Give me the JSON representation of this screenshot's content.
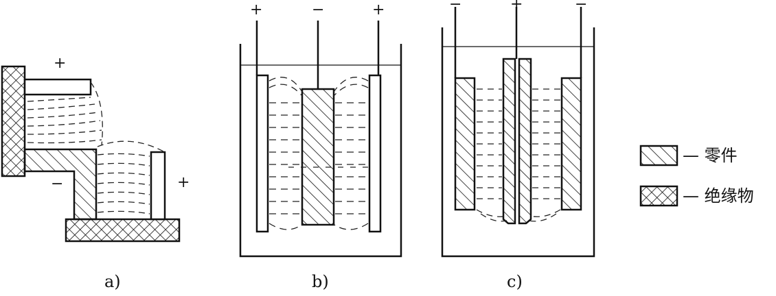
{
  "figure_a": {
    "caption": "a)",
    "polarity_top": "+",
    "polarity_left": "−",
    "polarity_right": "+"
  },
  "figure_b": {
    "caption": "b)",
    "polarity_left": "+",
    "polarity_center": "−",
    "polarity_right": "+"
  },
  "figure_c": {
    "caption": "c)",
    "polarity_left": "−",
    "polarity_center": "+",
    "polarity_right": "−"
  },
  "legend": {
    "part_label": "— 零件",
    "insulator_label": "— 绝缘物"
  }
}
